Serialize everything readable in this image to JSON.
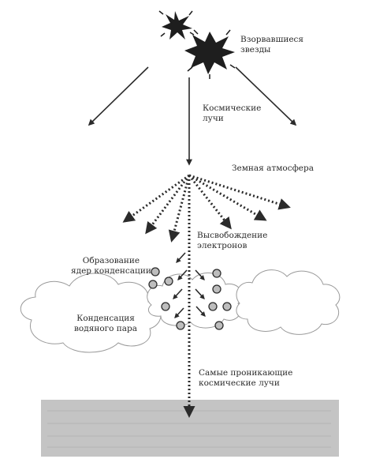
{
  "labels": {
    "stars": [
      "Взорвавшиеся",
      "звезды"
    ],
    "cosmic_rays": [
      "Космические",
      "лучи"
    ],
    "atmosphere": "Земная атмосфера",
    "electrons": [
      "Высвобождение",
      "электронов"
    ],
    "nuclei": [
      "Образование",
      "ядер конденсации"
    ],
    "condensation": [
      "Конденсация",
      "водяного пара"
    ],
    "penetrating": [
      "Самые проникающие",
      "космические лучи"
    ]
  },
  "colors": {
    "ink": "#2b2b2b",
    "cloud_stroke": "#9a9a9a",
    "particle_fill": "#bdbdbd",
    "ground": "#c4c4c4"
  }
}
